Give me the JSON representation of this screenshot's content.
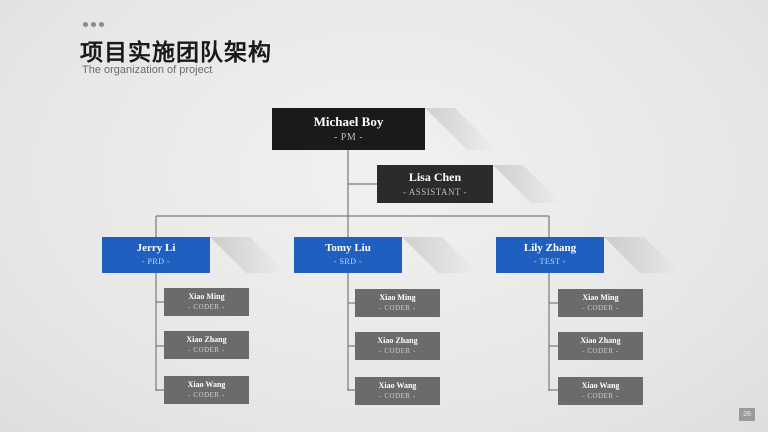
{
  "header": {
    "title": "项目实施团队架构",
    "subtitle": "The organization of project"
  },
  "org": {
    "pm": {
      "name": "Michael Boy",
      "role": "- PM -"
    },
    "assistant": {
      "name": "Lisa Chen",
      "role": "- ASSISTANT -"
    },
    "leads": [
      {
        "name": "Jerry Li",
        "role": "- PRD -",
        "members": [
          {
            "name": "Xiao Ming",
            "role": "- CODER -"
          },
          {
            "name": "Xiao Zhang",
            "role": "- CODER -"
          },
          {
            "name": "Xiao Wang",
            "role": "- CODER -"
          }
        ]
      },
      {
        "name": "Tomy Liu",
        "role": "- SRD -",
        "members": [
          {
            "name": "Xiao Ming",
            "role": "- CODER -"
          },
          {
            "name": "Xiao Zhang",
            "role": "- CODER -"
          },
          {
            "name": "Xiao Wang",
            "role": "- CODER -"
          }
        ]
      },
      {
        "name": "Lily Zhang",
        "role": "- TEST -",
        "members": [
          {
            "name": "Xiao Ming",
            "role": "- CODER -"
          },
          {
            "name": "Xiao Zhang",
            "role": "- CODER -"
          },
          {
            "name": "Xiao Wang",
            "role": "- CODER -"
          }
        ]
      }
    ]
  },
  "footer": {
    "page_number": "26"
  },
  "colors": {
    "pm": "#1a1a1a",
    "lead": "#1e5fbf",
    "coder": "#6b6b6b",
    "connector": "#7a7a7a"
  }
}
